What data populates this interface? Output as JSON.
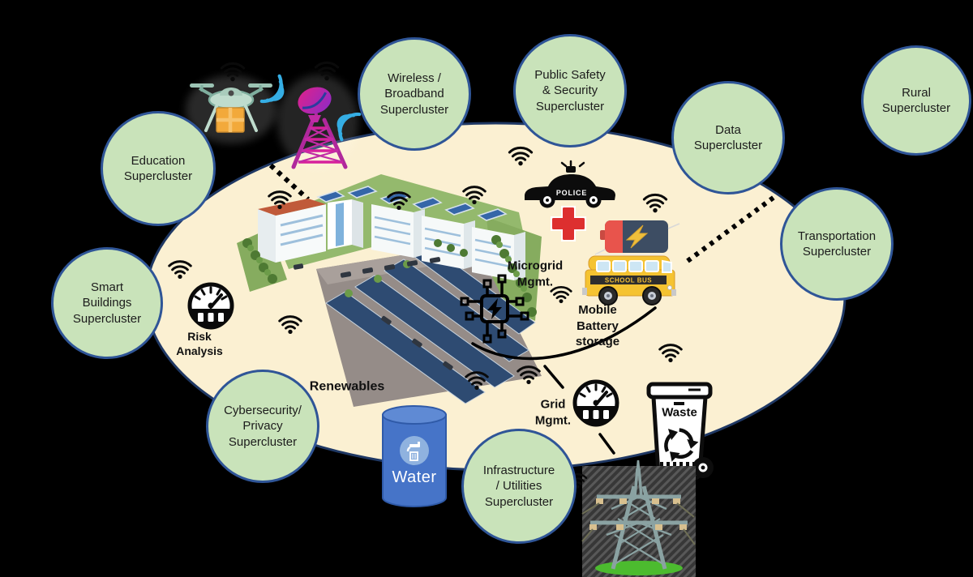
{
  "diagram": {
    "title": "Smart community superclusters diagram",
    "colors": {
      "background": "#000000",
      "community_ellipse_fill": "#FBF0D2",
      "community_ellipse_border": "#1F3864",
      "cluster_fill": "#C9E3BA",
      "cluster_border": "#2F5597",
      "water_blue": "#4674C8",
      "bus_yellow": "#F5C331",
      "battery_navy": "#3D4D63",
      "battery_red": "#E8544C",
      "bolt_yellow": "#EFBF3B",
      "tower_magenta": "#C12BA6",
      "signal_blue": "#35AEE4",
      "cross_red": "#DD2F2F",
      "grass_green": "#4CBB2F"
    },
    "clusters": [
      {
        "id": "education",
        "label": "Education\nSupercluster"
      },
      {
        "id": "wireless-broadband",
        "label": "Wireless /\nBroadband\nSupercluster"
      },
      {
        "id": "public-safety",
        "label": "Public Safety\n& Security\nSupercluster"
      },
      {
        "id": "data",
        "label": "Data\nSupercluster"
      },
      {
        "id": "rural",
        "label": "Rural\nSupercluster"
      },
      {
        "id": "transportation",
        "label": "Transportation\nSupercluster"
      },
      {
        "id": "smart-buildings",
        "label": "Smart\nBuildings\nSupercluster"
      },
      {
        "id": "cybersecurity-privacy",
        "label": "Cybersecurity/\nPrivacy\nSupercluster"
      },
      {
        "id": "infrastructure-utilities",
        "label": "Infrastructure\n/ Utilities\nSupercluster"
      }
    ],
    "inner_labels": {
      "microgrid_mgmt": "Microgrid\nMgmt.",
      "mobile_battery": "Mobile\nBattery\nstorage",
      "risk_analysis": "Risk\nAnalysis",
      "renewables": "Renewables",
      "grid_mgmt": "Grid\nMgmt.",
      "water": "Water",
      "waste": "Waste",
      "police": "POLICE",
      "school_bus": "SCHOOL BUS"
    },
    "icons": [
      "wifi-signal-icon",
      "drone-delivery-icon",
      "telecom-tower-icon",
      "police-car-icon",
      "medical-cross-icon",
      "battery-icon",
      "school-bus-icon",
      "microgrid-icon",
      "risk-gauge-icon",
      "grid-gauge-icon",
      "water-tank-icon",
      "waste-bin-icon",
      "transmission-tower-icon",
      "campus-illustration"
    ]
  }
}
